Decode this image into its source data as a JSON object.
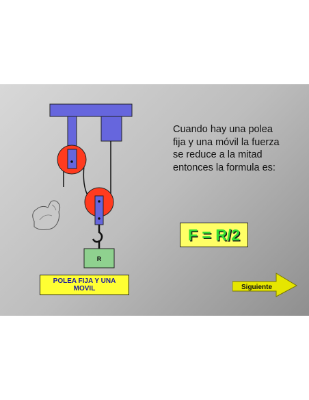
{
  "slide": {
    "background_gradient": [
      "#d8d8d8",
      "#8f8f8f"
    ]
  },
  "diagram": {
    "weight_label": "R",
    "caption_line1": "POLEA FIJA Y UNA",
    "caption_line2": "MOVIL",
    "colors": {
      "support": "#6666dd",
      "pulley": "#ff3b1f",
      "weight": "#8fd18f",
      "caption_bg": "#ffff33",
      "caption_text": "#1a1aa0"
    }
  },
  "explanation": {
    "lines": [
      "Cuando hay una polea",
      "fija y una móvil la fuerza",
      "se reduce a la mitad",
      "entonces la formula es:"
    ]
  },
  "formula": {
    "text": "F = R/2",
    "text_color": "#33dd33",
    "box_color": "#ffff66"
  },
  "navigation": {
    "next_label": "Siguiente",
    "arrow_color": "#e6e600"
  },
  "icons": {
    "arm": "flexed-arm-icon",
    "next": "arrow-right-icon"
  }
}
